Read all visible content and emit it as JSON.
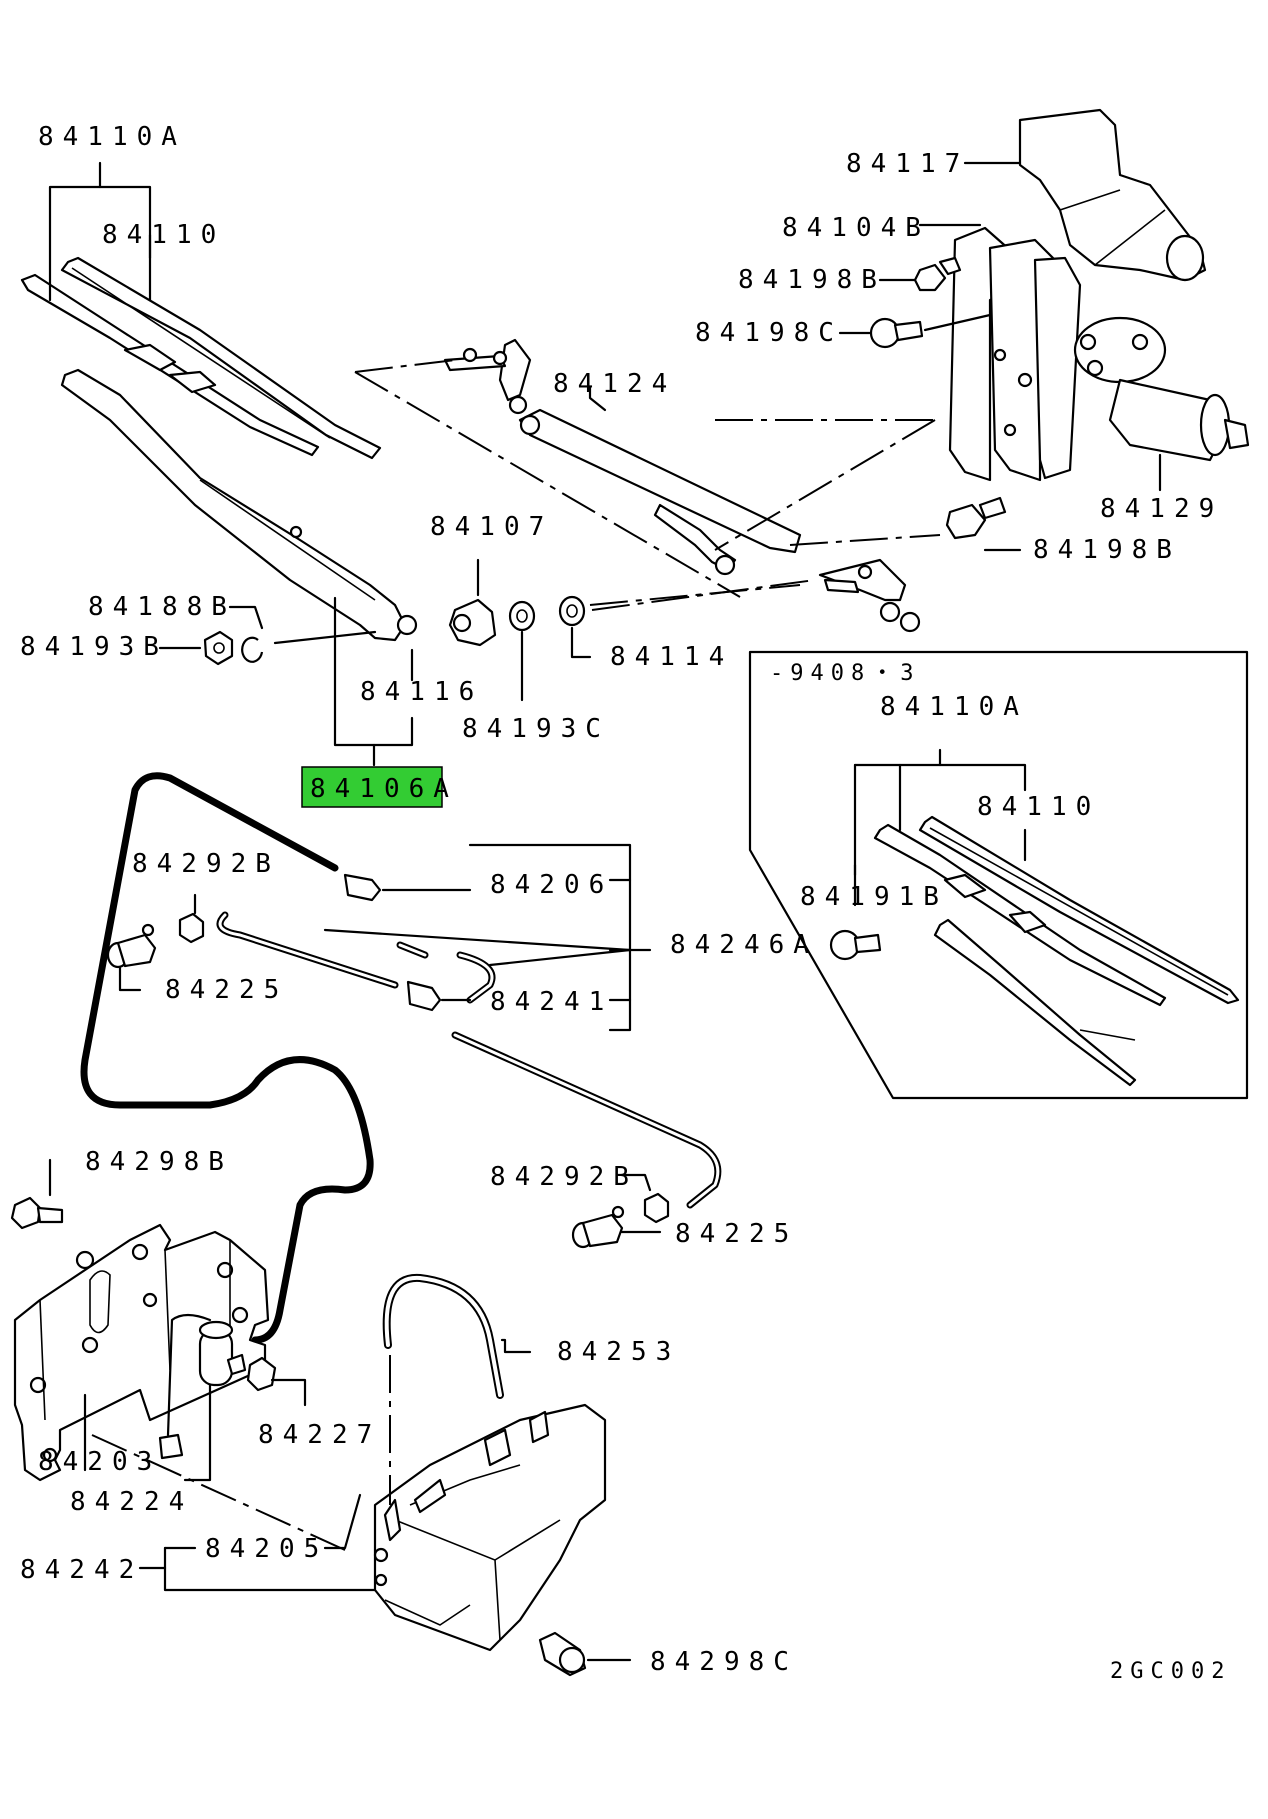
{
  "labels": {
    "p84110A_top": "84110A",
    "p84110_top": "84110",
    "p84117": "84117",
    "p84104B": "84104B",
    "p84198B_a": "84198B",
    "p84198C": "84198C",
    "p84124": "84124",
    "p84129": "84129",
    "p84198B_b": "84198B",
    "p84107": "84107",
    "p84188B": "84188B",
    "p84193B": "84193B",
    "p84114": "84114",
    "p84116": "84116",
    "p84193C": "84193C",
    "p84106A": "84106A",
    "inset_note": "-9408・3",
    "p84110A_inset": "84110A",
    "p84110_inset": "84110",
    "p84191B": "84191B",
    "p84292B_a": "84292B",
    "p84206": "84206",
    "p84246A": "84246A",
    "p84225_a": "84225",
    "p84241": "84241",
    "p84298B": "84298B",
    "p84292B_b": "84292B",
    "p84225_b": "84225",
    "p84253": "84253",
    "p84227": "84227",
    "p84203": "84203",
    "p84224": "84224",
    "p84205": "84205",
    "p84242": "84242",
    "p84298C": "84298C",
    "diagram_code": "2GC002"
  },
  "highlight": {
    "part": "84106A",
    "color": "#33cc33"
  }
}
